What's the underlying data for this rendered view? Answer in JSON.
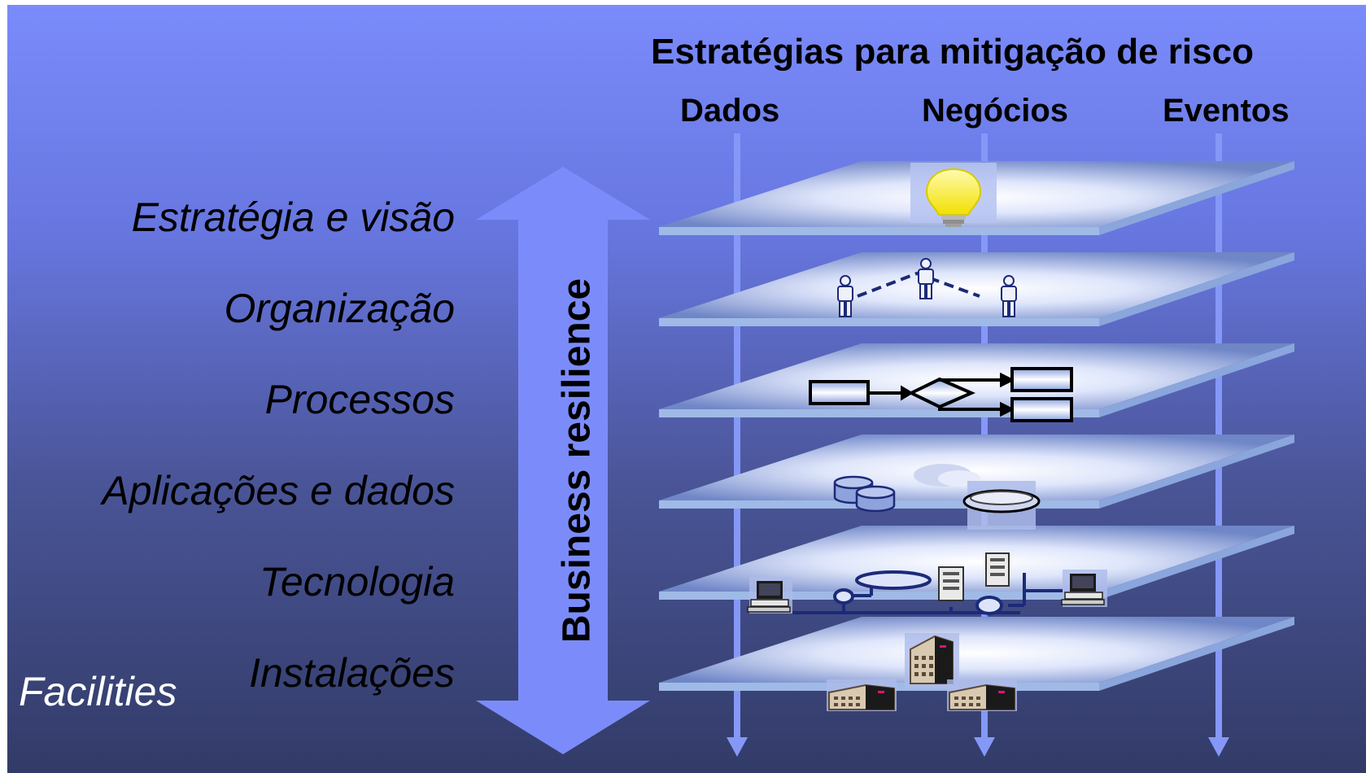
{
  "title": "Estratégias para mitigação de risco",
  "columns": [
    "Dados",
    "Negócios",
    "Eventos"
  ],
  "layers": [
    {
      "label": "Estratégia e visão",
      "icon": "lightbulb-icon"
    },
    {
      "label": "Organização",
      "icon": "people-icon"
    },
    {
      "label": "Processos",
      "icon": "process-flow-icon"
    },
    {
      "label": "Aplicações e dados",
      "icon": "database-icon"
    },
    {
      "label": "Tecnologia",
      "icon": "network-icon"
    },
    {
      "label": "Instalações",
      "icon": "building-icon"
    }
  ],
  "vertical_label": "Business resilience",
  "corner_label": "Facilities",
  "colors": {
    "background_top": "#7a8bfb",
    "background_bottom": "#323b67",
    "arrow": "#7b8cfa",
    "plane_edge": "#9fbae6",
    "plane_center": "#f2f5ff",
    "line": "#1c2a78"
  }
}
